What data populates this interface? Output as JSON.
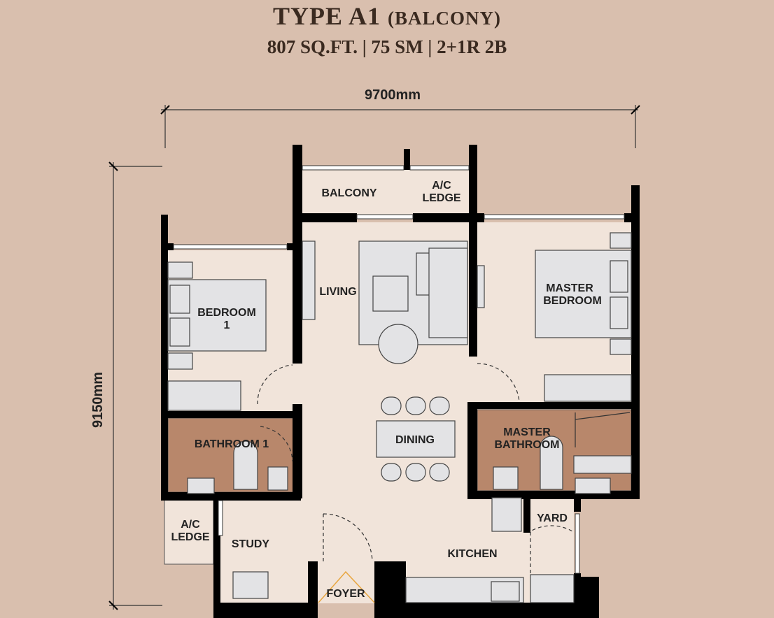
{
  "header": {
    "type_label": "TYPE A1",
    "type_sub": "(BALCONY)",
    "specs": "807 SQ.FT. | 75 SM | 2+1R 2B"
  },
  "dimensions": {
    "width": "9700mm",
    "depth": "9150mm"
  },
  "rooms": {
    "balcony": "BALCONY",
    "ac_ledge_top_1": "A/C",
    "ac_ledge_top_2": "LEDGE",
    "living": "LIVING",
    "bedroom1_1": "BEDROOM",
    "bedroom1_2": "1",
    "master_bedroom_1": "MASTER",
    "master_bedroom_2": "BEDROOM",
    "bathroom1": "BATHROOM 1",
    "dining": "DINING",
    "master_bathroom_1": "MASTER",
    "master_bathroom_2": "BATHROOM",
    "ac_ledge_left_1": "A/C",
    "ac_ledge_left_2": "LEDGE",
    "study": "STUDY",
    "yard": "YARD",
    "kitchen": "KITCHEN",
    "foyer": "FOYER"
  },
  "colors": {
    "background": "#d9bfae",
    "floor": "#f1e4da",
    "wet_area": "#b8876b",
    "furniture": "#e3e3e5"
  }
}
